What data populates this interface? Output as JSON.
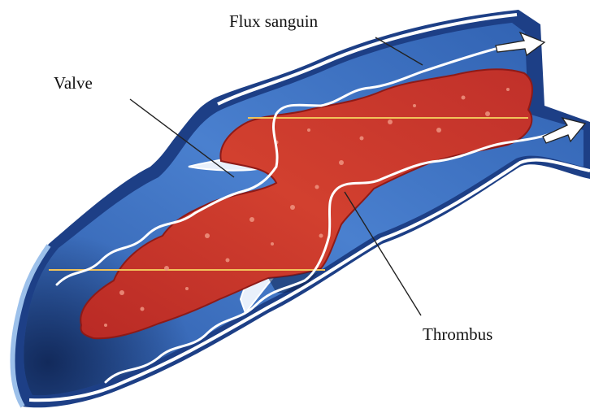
{
  "labels": {
    "flow": "Flux sanguin",
    "valve": "Valve",
    "thrombus": "Thrombus"
  },
  "colors": {
    "vessel_outer": "#1d3f86",
    "vessel_lumen": "#3f72c6",
    "vessel_light": "#9cc0ea",
    "thrombus": "#c8332c",
    "thrombus_dark": "#8e1a17",
    "speckle": "#f19a86",
    "flow_line": "#ffffff",
    "leader": "#222222"
  },
  "icons": {
    "flow_arrow": "hollow-arrow-icon"
  }
}
